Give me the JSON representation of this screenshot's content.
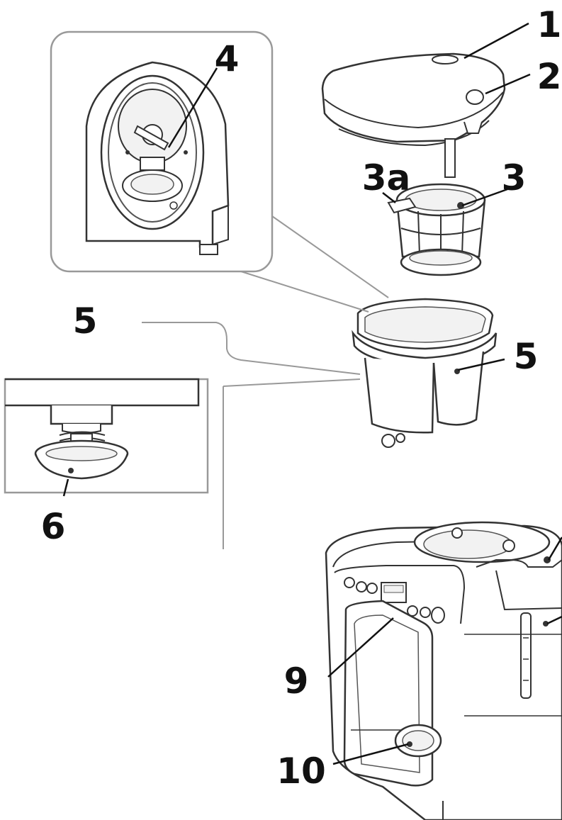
{
  "labels": {
    "l1": "1",
    "l2": "2",
    "l3": "3",
    "l3a": "3a",
    "l4": "4",
    "l5_left": "5",
    "l5_right": "5",
    "l6": "6",
    "l9": "9",
    "l10": "10"
  },
  "colors": {
    "ink": "#111111",
    "line": "#333333",
    "fill": "#ffffff",
    "shade": "#f2f2f2",
    "frame": "#999999"
  }
}
